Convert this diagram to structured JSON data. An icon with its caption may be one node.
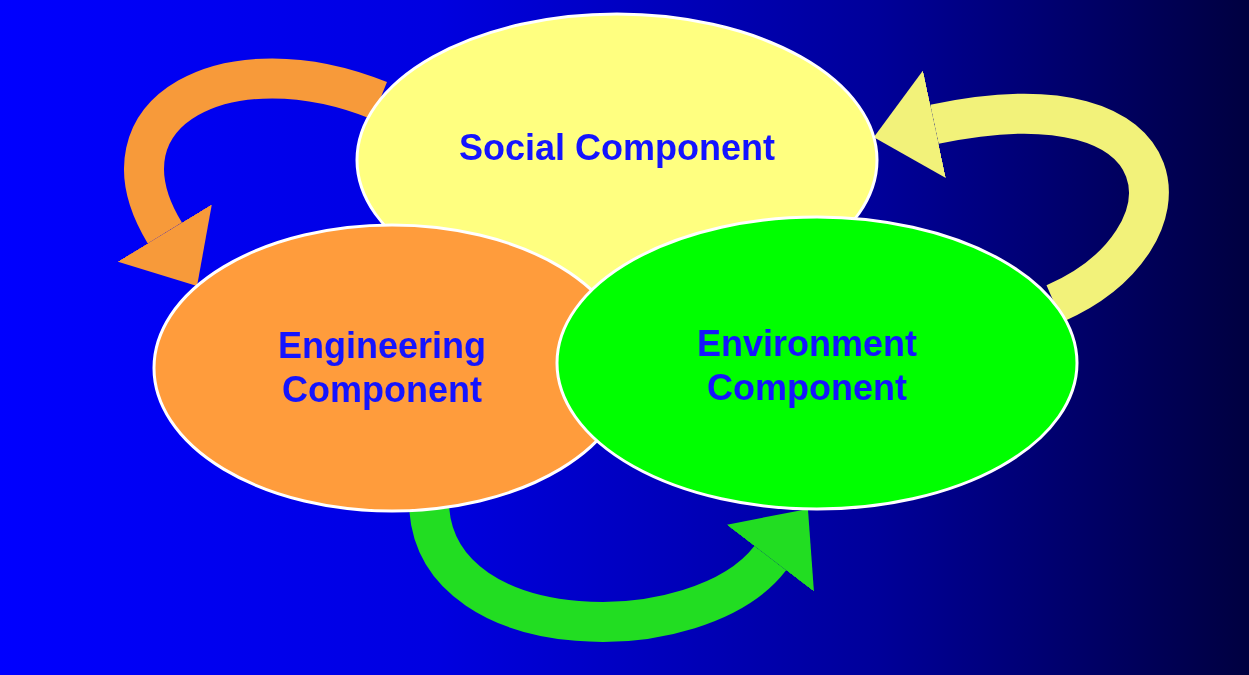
{
  "diagram": {
    "nodes": [
      {
        "text": [
          "Social Component"
        ]
      },
      {
        "text": [
          "Engineering Component"
        ]
      },
      {
        "text": [
          "Environment Component"
        ]
      }
    ],
    "edges": [
      {
        "from": 0,
        "to": 1,
        "arrow": "to",
        "color": "#f79a3a"
      },
      {
        "from": 1,
        "to": 2,
        "arrow": "to",
        "color": "#22dd22"
      },
      {
        "from": 2,
        "to": 0,
        "arrow": "to",
        "color": "#f2f27a"
      }
    ]
  }
}
